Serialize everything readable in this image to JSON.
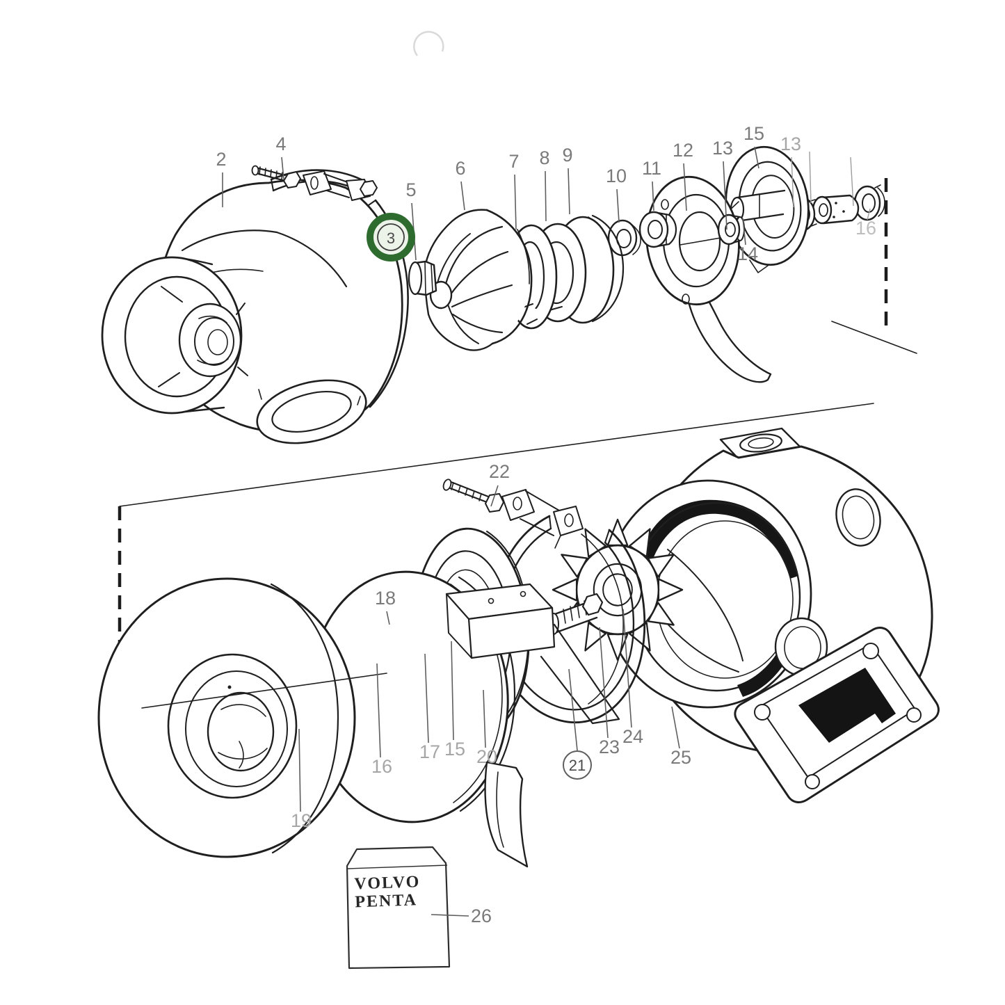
{
  "diagram": {
    "kind": "exploded-parts-diagram",
    "highlight": {
      "selected_label": "3",
      "ring_color": "#2e6b2e",
      "halo_color": "#ecf3e8"
    },
    "brand_box": {
      "line1": "VOLVO",
      "line2": "PENTA"
    },
    "callouts": {
      "c2": {
        "label": "2"
      },
      "c4": {
        "label": "4"
      },
      "c3": {
        "label": "3"
      },
      "c5": {
        "label": "5"
      },
      "c6": {
        "label": "6"
      },
      "c7": {
        "label": "7"
      },
      "c8": {
        "label": "8"
      },
      "c9": {
        "label": "9"
      },
      "c10": {
        "label": "10"
      },
      "c11": {
        "label": "11"
      },
      "c12": {
        "label": "12"
      },
      "c13a": {
        "label": "13"
      },
      "c15a": {
        "label": "15"
      },
      "c14": {
        "label": "14"
      },
      "c13b": {
        "label": "13"
      },
      "c16a": {
        "label": "16"
      },
      "c22": {
        "label": "22"
      },
      "c18": {
        "label": "18"
      },
      "c19": {
        "label": "19"
      },
      "c16b": {
        "label": "16"
      },
      "c17": {
        "label": "17"
      },
      "c15b": {
        "label": "15"
      },
      "c20": {
        "label": "20"
      },
      "c21": {
        "label": "21"
      },
      "c23": {
        "label": "23"
      },
      "c24": {
        "label": "24"
      },
      "c25": {
        "label": "25"
      },
      "c26": {
        "label": "26"
      }
    }
  }
}
